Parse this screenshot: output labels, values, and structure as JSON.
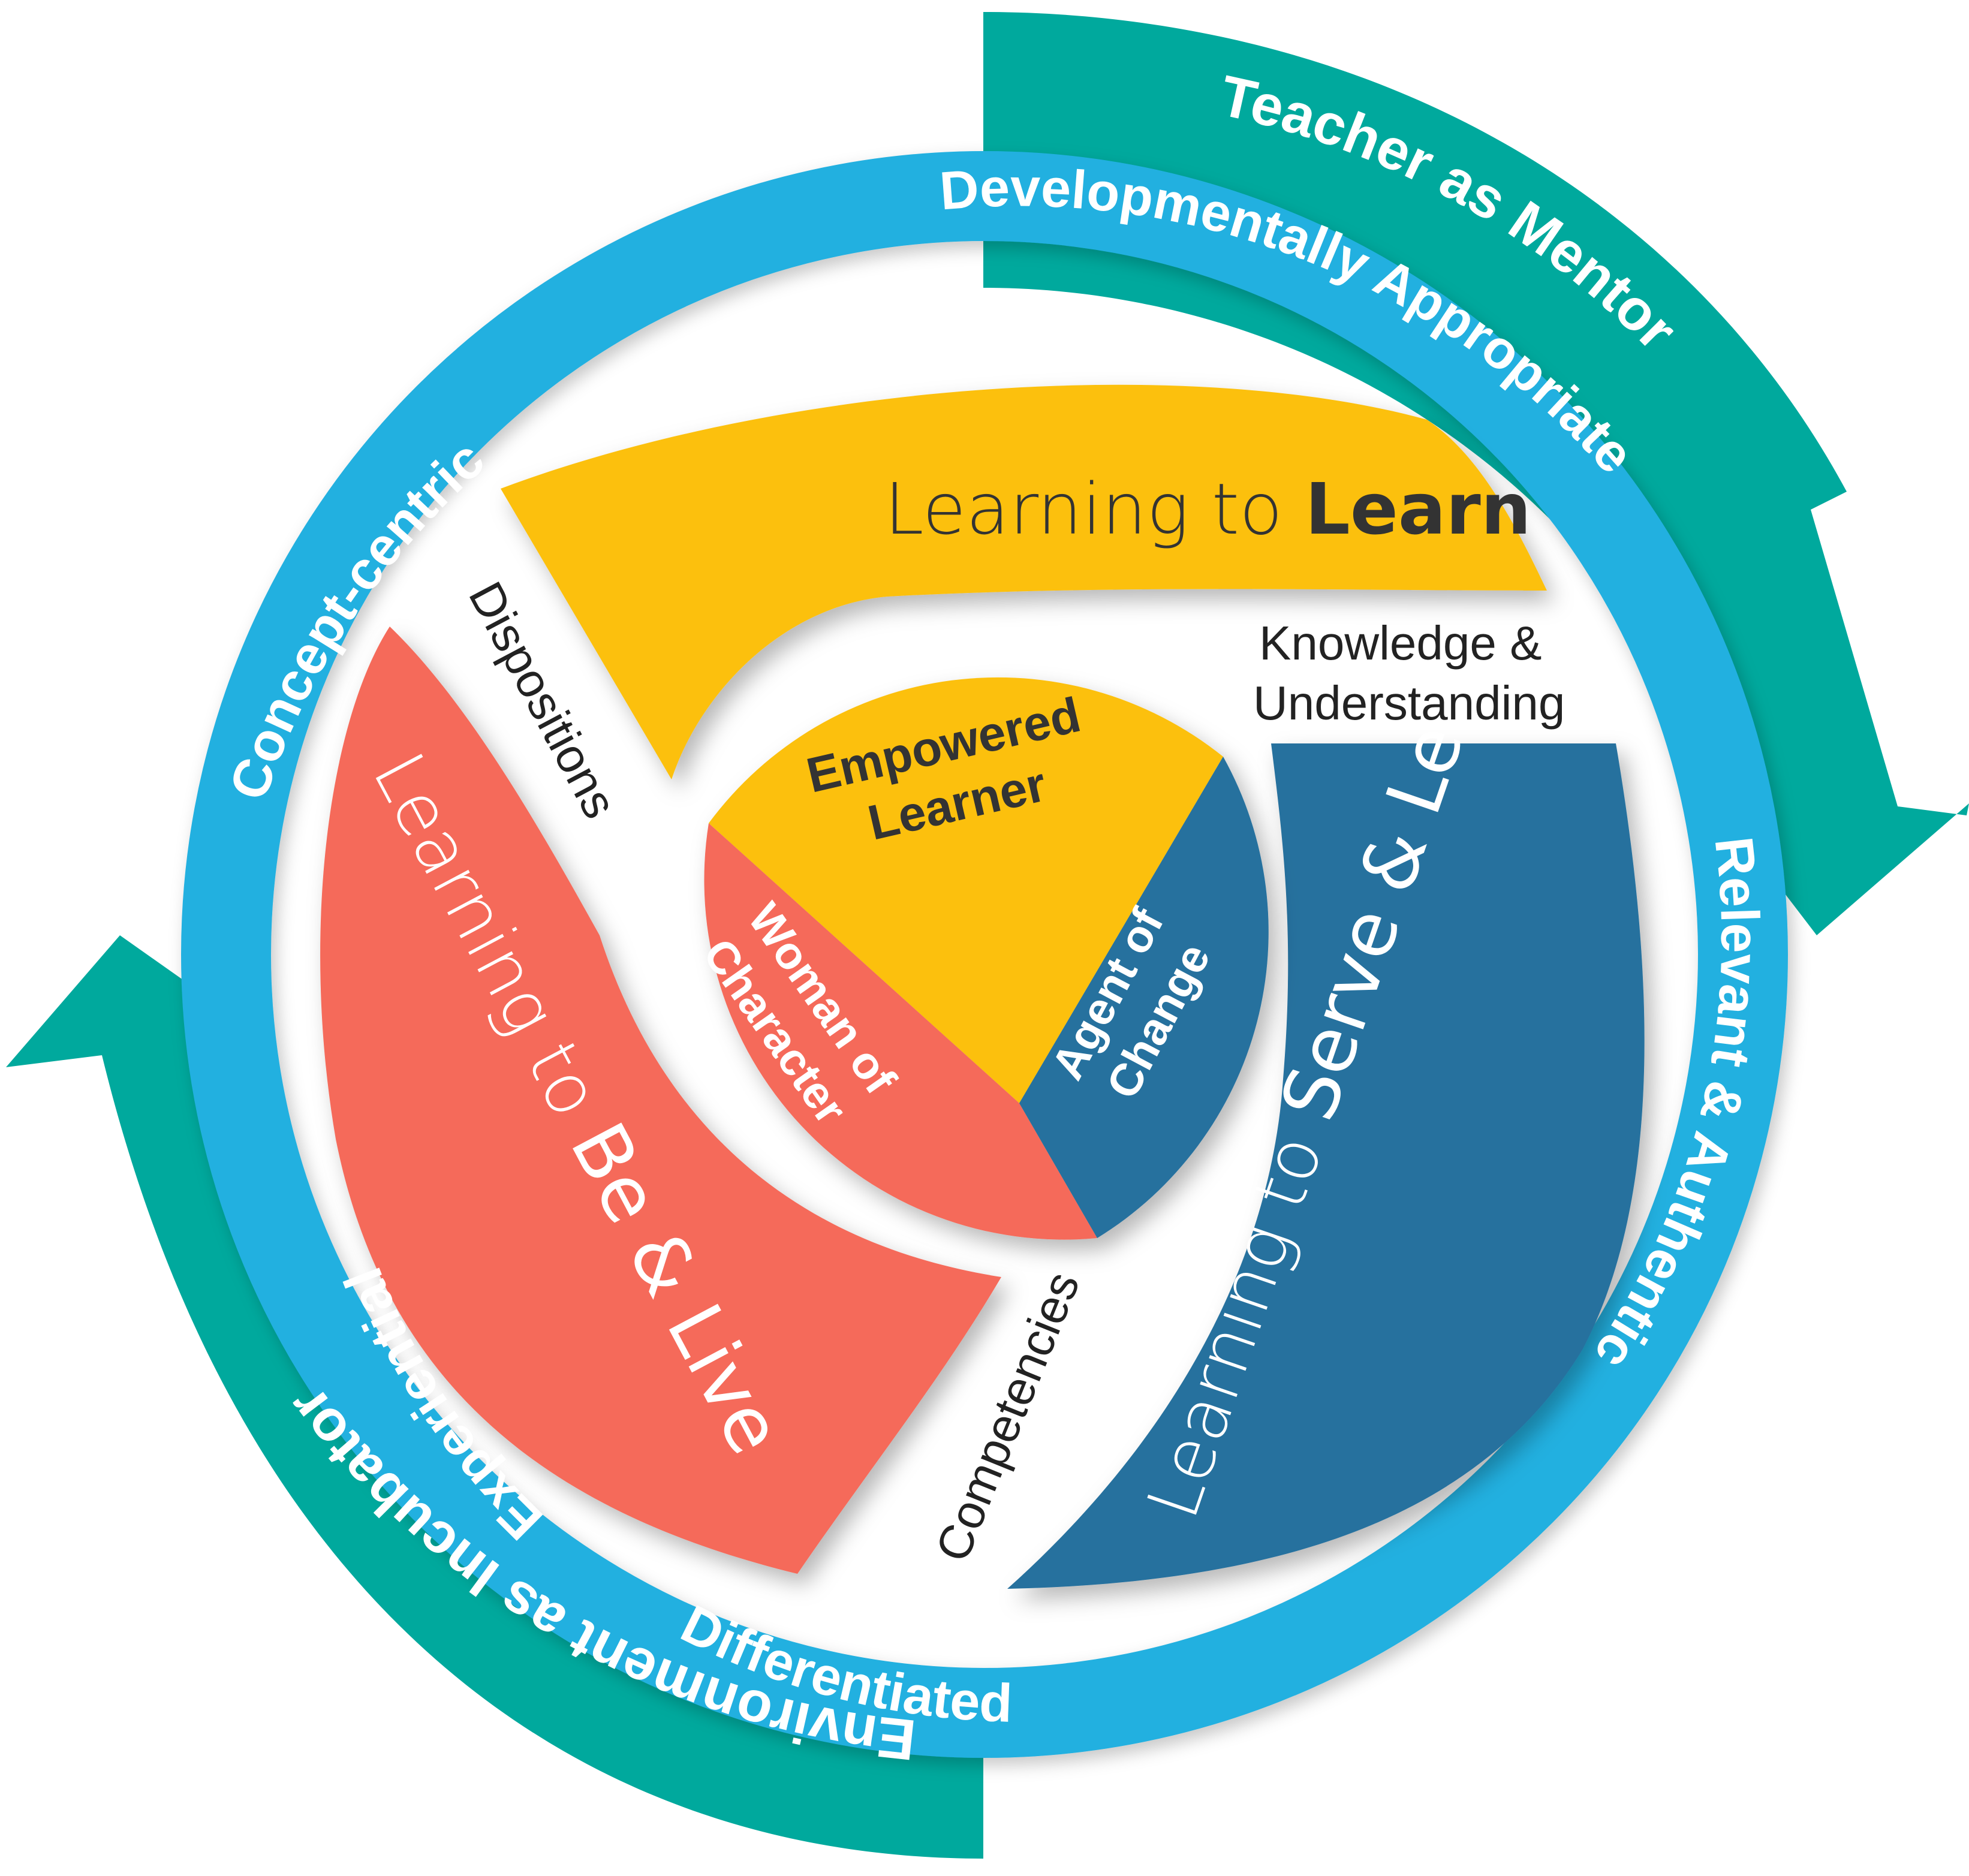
{
  "colors": {
    "teal": "#00A99D",
    "blue_ring": "#22B0E0",
    "yellow": "#FCC010",
    "coral": "#F56B5A",
    "dark_blue": "#27719E",
    "dark_text": "#333333",
    "white": "#FFFFFF"
  },
  "outer_arrows": {
    "top_right": "Teacher as Mentor",
    "bottom_left": "Environment as Incubator"
  },
  "ring": {
    "top": "Developmentally Appropriate",
    "right": "Relevant & Authentic",
    "bottom": "Differentiated",
    "left_bottom": "Experiential",
    "left_top": "Concept-centric"
  },
  "sectors": {
    "learn": {
      "prefix": "Learning to ",
      "emphasis": "Learn"
    },
    "be_live": {
      "prefix": "Learning to ",
      "emphasis": "Be & Live"
    },
    "serve_lead": {
      "prefix": "Learning to ",
      "emphasis": "Serve & Lead"
    }
  },
  "between_labels": {
    "dispositions": "Dispositions",
    "knowledge_line1": "Knowledge &",
    "knowledge_line2": "Understanding",
    "competencies": "Competencies"
  },
  "core": {
    "empowered_line1": "Empowered",
    "empowered_line2": "Learner",
    "woman_line1": "Woman of",
    "woman_line2": "Character",
    "agent_line1": "Agent of",
    "agent_line2": "Change"
  }
}
